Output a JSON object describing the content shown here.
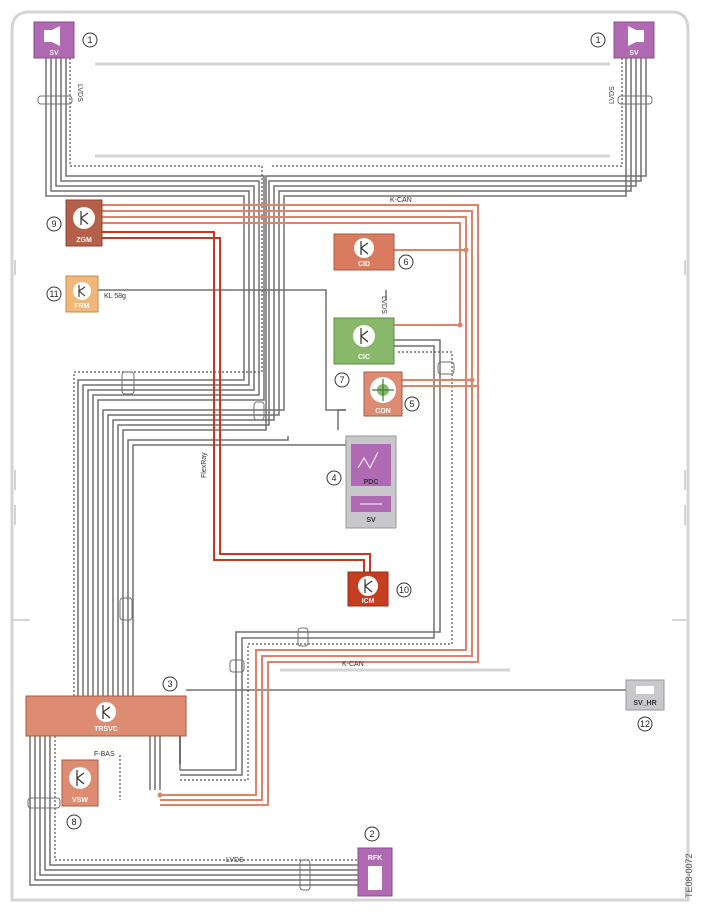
{
  "colors": {
    "frame": "#d4d4d4",
    "cable_gray": "#707070",
    "cable_red": "#e0826a",
    "cable_dark_red": "#c8381f",
    "sv": "#b06ab3",
    "zgm": "#b5614a",
    "cid": "#d97b5e",
    "cic": "#88b86a",
    "frm": "#f1b77a",
    "trsvc": "#dd8b71",
    "icm": "#c43e22",
    "pdc": "#c9a6cf",
    "sv_hr": "#c8c8cc"
  },
  "modules": {
    "sv_left": "SV",
    "sv_right": "SV",
    "zgm": "ZGM",
    "frm": "FRM",
    "cid": "CID",
    "cic": "CIC",
    "con": "CON",
    "pdc": "PDC",
    "pdc_sv": "SV",
    "icm": "ICM",
    "trsvc": "TRSVC",
    "vsw": "VSW",
    "rfk": "RFK",
    "sv_hr": "SV_HR"
  },
  "numbers": {
    "n1a": "1",
    "n1b": "1",
    "n2": "2",
    "n3": "3",
    "n4": "4",
    "n5": "5",
    "n6": "6",
    "n7": "7",
    "n8": "8",
    "n9": "9",
    "n10": "10",
    "n11": "11",
    "n12": "12"
  },
  "labels": {
    "lvds_left": "LVDS",
    "lvds_right": "LVDS",
    "lvds_cic": "LVDS",
    "lvds_bottom": "LVDS",
    "kcan_top": "K-CAN",
    "kcan_bottom": "K-CAN",
    "kl58g": "KL 58g",
    "flexray": "FlexRay",
    "fbas": "F-BAS"
  },
  "image_code": "TE08-0072"
}
